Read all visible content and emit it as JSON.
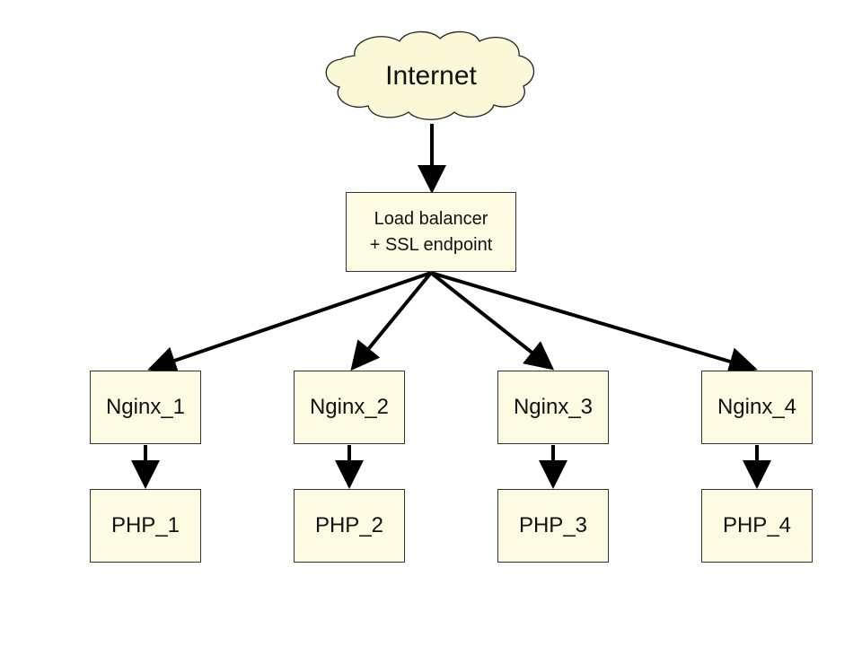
{
  "diagram": {
    "internet": {
      "label": "Internet"
    },
    "load_balancer": {
      "line1": "Load balancer",
      "line2": "+ SSL endpoint"
    },
    "nginx": [
      "Nginx_1",
      "Nginx_2",
      "Nginx_3",
      "Nginx_4"
    ],
    "php": [
      "PHP_1",
      "PHP_2",
      "PHP_3",
      "PHP_4"
    ],
    "colors": {
      "node_fill": "#fdfce3",
      "cloud_fill": "#fbf8d8",
      "stroke": "#000000"
    }
  }
}
